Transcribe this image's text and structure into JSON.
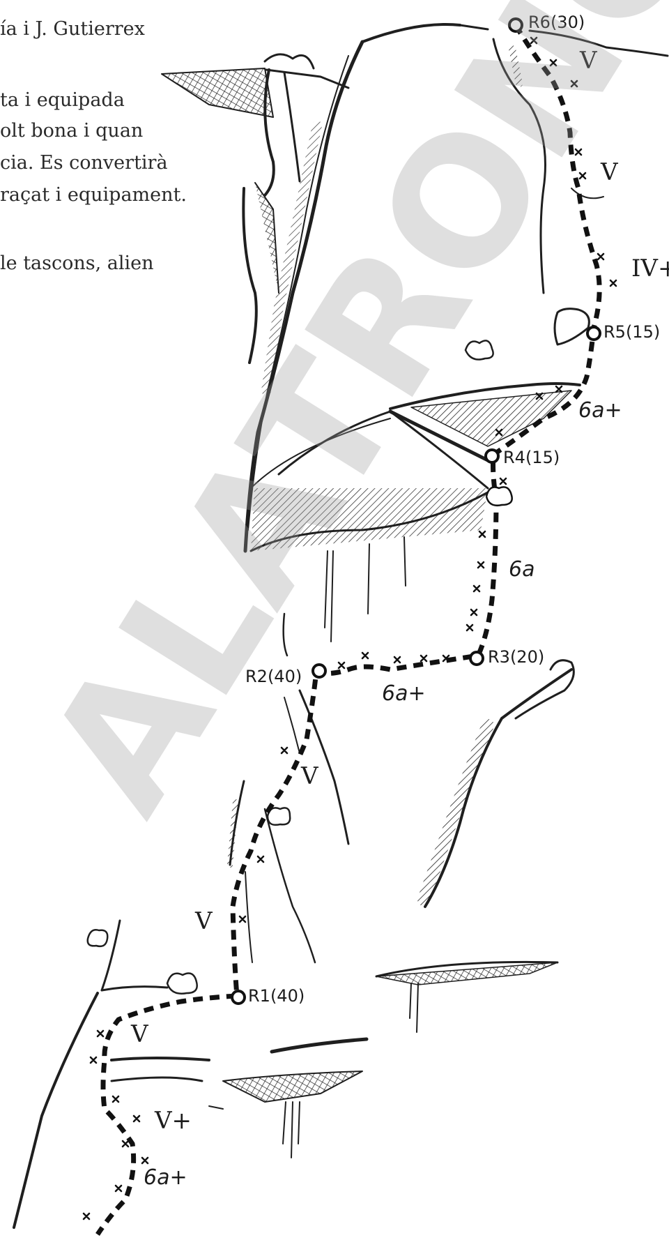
{
  "header_lines": [
    "ía i J. Gutierrex",
    "ta i equipada",
    "olt bona i quan",
    "cia. Es convertirà",
    "raçat i equipament.",
    "le tascons, alien"
  ],
  "watermark": "ALATRONC",
  "belays": [
    {
      "label": "R6(30)"
    },
    {
      "label": "R5(15)"
    },
    {
      "label": "R4(15)"
    },
    {
      "label": "R3(20)"
    },
    {
      "label": "R2(40)"
    },
    {
      "label": "R1(40)"
    }
  ],
  "grades": [
    "V",
    "V",
    "IV+",
    "6a+",
    "6a",
    "6a+",
    "V",
    "V",
    "V",
    "V+",
    "6a+"
  ]
}
